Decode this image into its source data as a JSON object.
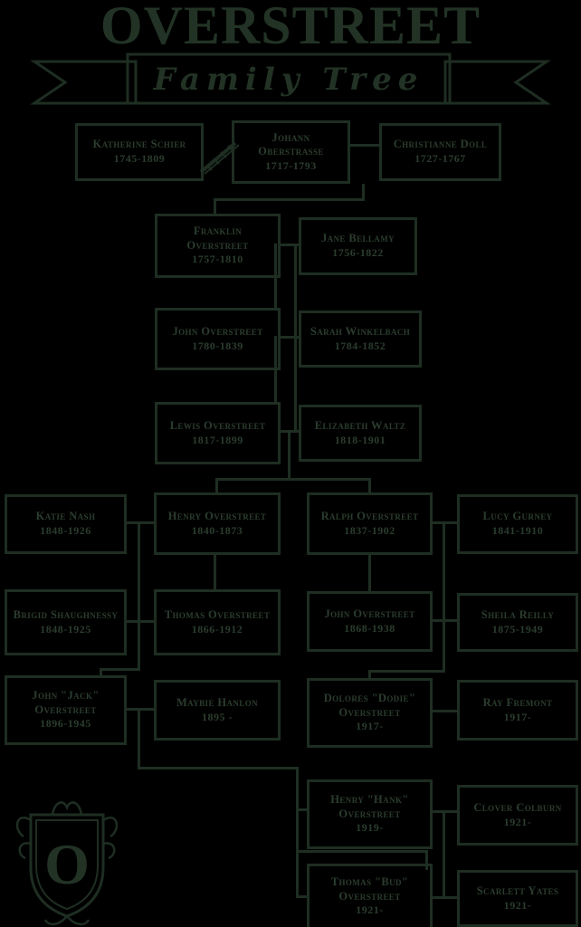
{
  "poster": {
    "title": "OVERSTREET",
    "subtitle": "Family Tree",
    "crest_letter": "O"
  },
  "colors": {
    "background": "#000000",
    "line_color": "#1e2e22",
    "text_color": "#2b3d2e"
  },
  "people": [
    {
      "name": "Katherine Schier",
      "dates": "1745-1809"
    },
    {
      "name": "Johann Oberstrasse",
      "dates": "1717-1793"
    },
    {
      "name": "Christianne Doll",
      "dates": "1727-1767"
    },
    {
      "name": "Franklin Overstreet",
      "dates": "1757-1810"
    },
    {
      "name": "Jane Bellamy",
      "dates": "1756-1822"
    },
    {
      "name": "John Overstreet",
      "dates": "1780-1839"
    },
    {
      "name": "Sarah Winkelbach",
      "dates": "1784-1852"
    },
    {
      "name": "Lewis Overstreet",
      "dates": "1817-1899"
    },
    {
      "name": "Elizabeth Waltz",
      "dates": "1818-1901"
    },
    {
      "name": "Katie Nash",
      "dates": "1848-1926"
    },
    {
      "name": "Henry Overstreet",
      "dates": "1840-1873"
    },
    {
      "name": "Ralph Overstreet",
      "dates": "1837-1902"
    },
    {
      "name": "Lucy Gurney",
      "dates": "1841-1910"
    },
    {
      "name": "Brigid Shaughnessy",
      "dates": "1848-1925"
    },
    {
      "name": "Thomas Overstreet",
      "dates": "1866-1912"
    },
    {
      "name": "John Overstreet",
      "dates": "1868-1938"
    },
    {
      "name": "Sheila Reilly",
      "dates": "1875-1949"
    },
    {
      "name": "John \"Jack\" Overstreet",
      "dates": "1896-1945"
    },
    {
      "name": "Maybie Hanlon",
      "dates": "1895 -"
    },
    {
      "name": "Dolores \"Dodie\" Overstreet",
      "dates": "1917-"
    },
    {
      "name": "Ray Fremont",
      "dates": "1917-"
    },
    {
      "name": "Henry \"Hank\" Overstreet",
      "dates": "1919-"
    },
    {
      "name": "Clover Colburn",
      "dates": "1921-"
    },
    {
      "name": "Thomas \"Bud\" Overstreet",
      "dates": "1921-"
    },
    {
      "name": "Scarlett Yates",
      "dates": "1921-"
    }
  ]
}
